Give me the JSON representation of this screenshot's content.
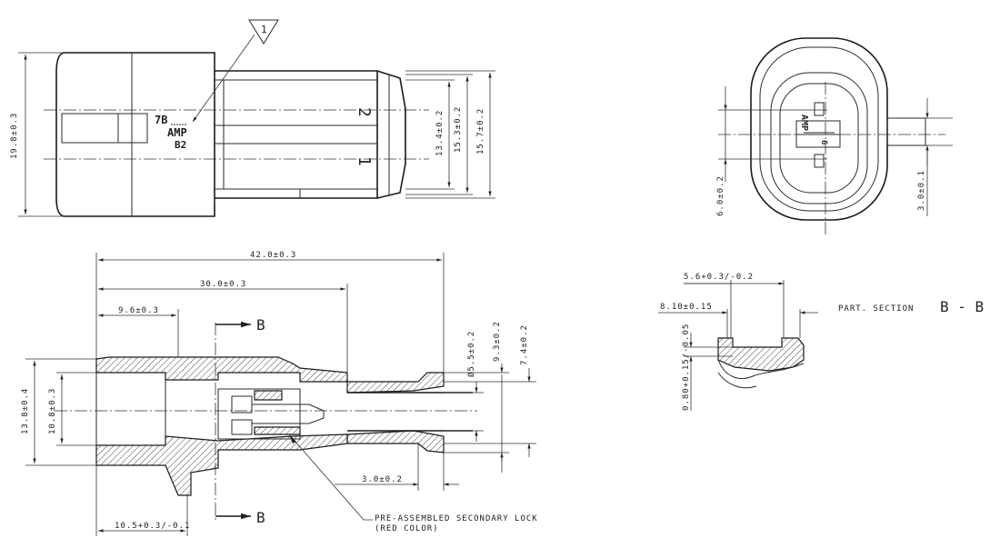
{
  "top_view": {
    "dims": {
      "overall_height": "19.8±0.3",
      "d1": "13.4±0.2",
      "d2": "15.3±0.2",
      "d3": "15.7±0.2"
    },
    "marking": {
      "line1": "7B",
      "line2": "AMP",
      "line3": "B2"
    },
    "pin_labels": {
      "p2": "2",
      "p1": "1"
    },
    "note_triangle": "1"
  },
  "section_view": {
    "dims": {
      "overall_length": "42.0±0.3",
      "len_30": "30.0±0.3",
      "len_9_6": "9.6±0.3",
      "height_13_8": "13.8±0.4",
      "height_10_8": "10.8±0.3",
      "dia_5_5": "Ø5.5±0.2",
      "dim_9_3": "9.3±0.2",
      "dim_7_4": "7.4±0.2",
      "len_3_0": "3.0±0.2",
      "len_10_5": "10.5+0.3/-0.1"
    },
    "section_marks": {
      "top": "B",
      "bottom": "B"
    },
    "lock_note": {
      "line1": "PRE-ASSEMBLED SECONDARY LOCK",
      "line2": "(RED COLOR)"
    }
  },
  "end_view": {
    "dims": {
      "d6": "6.0±0.2",
      "d3": "3.0±0.1"
    },
    "marking": {
      "amp": "AMP",
      "num": "6"
    }
  },
  "part_section": {
    "title_prefix": "PART. SECTION",
    "title_letters": "B - B",
    "dims": {
      "d5_6": "5.6+0.3/-0.2",
      "d8_10": "8.10±0.15",
      "d0_80": "0.80+0.15/-0.05"
    }
  }
}
